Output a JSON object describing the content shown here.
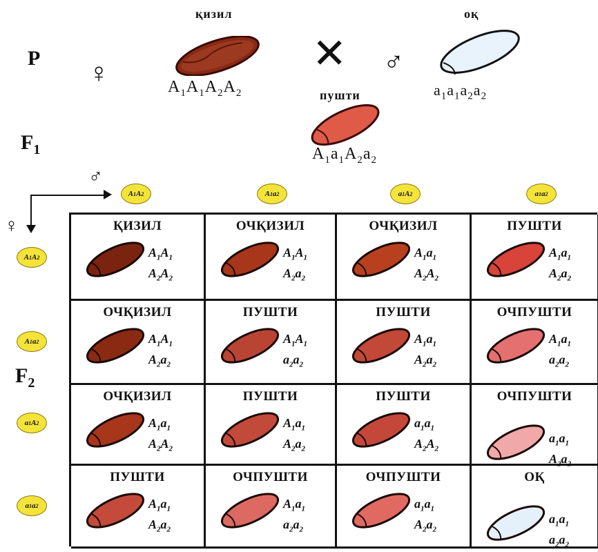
{
  "parents": {
    "row_label": "P",
    "female_label": "қизил",
    "female_genotype": [
      "A",
      "1",
      "A",
      "1",
      "A",
      "2",
      "A",
      "2"
    ],
    "male_label": "оқ",
    "male_genotype": [
      "a",
      "1",
      "a",
      "1",
      "a",
      "2",
      "a",
      "2"
    ],
    "female_symbol": "♀",
    "male_symbol": "♂",
    "cross_symbol": "✕"
  },
  "f1": {
    "row_label": "F",
    "row_label_sub": "1",
    "label": "пушти",
    "genotype": [
      "A",
      "1",
      "a",
      "1",
      "A",
      "2",
      "a",
      "2"
    ]
  },
  "f2": {
    "row_label": "F",
    "row_label_sub": "2",
    "male_gametes": [
      [
        "A",
        "1",
        "A",
        "2"
      ],
      [
        "A",
        "1",
        "a",
        "2"
      ],
      [
        "a",
        "1",
        "A",
        "2"
      ],
      [
        "a",
        "1",
        "a",
        "2"
      ]
    ],
    "female_gametes": [
      [
        "A",
        "1",
        "A",
        "2"
      ],
      [
        "A",
        "1",
        "a",
        "2"
      ],
      [
        "a",
        "1",
        "A",
        "2"
      ],
      [
        "a",
        "1",
        "a",
        "2"
      ]
    ],
    "cells": [
      {
        "label": "ҚИЗИЛ",
        "g": [
          "A",
          "1",
          "A",
          "1",
          "A",
          "2",
          "A",
          "2"
        ],
        "color": "#7a2410",
        "tone": "dark"
      },
      {
        "label": "ОЧҚИЗИЛ",
        "g": [
          "A",
          "1",
          "A",
          "1",
          "A",
          "2",
          "a",
          "2"
        ],
        "color": "#a8361a",
        "tone": "mid"
      },
      {
        "label": "ОЧҚИЗИЛ",
        "g": [
          "A",
          "1",
          "a",
          "1",
          "A",
          "2",
          "A",
          "2"
        ],
        "color": "#b8401f",
        "tone": "mid"
      },
      {
        "label": "ПУШТИ",
        "g": [
          "A",
          "1",
          "a",
          "1",
          "A",
          "2",
          "a",
          "2"
        ],
        "color": "#d8443a",
        "tone": "light"
      },
      {
        "label": "ОЧҚИЗИЛ",
        "g": [
          "A",
          "1",
          "A",
          "1",
          "A",
          "2",
          "a",
          "2"
        ],
        "color": "#8a2a12",
        "tone": "dark"
      },
      {
        "label": "ПУШТИ",
        "g": [
          "A",
          "1",
          "A",
          "1",
          "a",
          "2",
          "a",
          "2"
        ],
        "color": "#b94434",
        "tone": "mid"
      },
      {
        "label": "ПУШТИ",
        "g": [
          "A",
          "1",
          "a",
          "1",
          "A",
          "2",
          "a",
          "2"
        ],
        "color": "#c24838",
        "tone": "mid"
      },
      {
        "label": "ОЧПУШТИ",
        "g": [
          "A",
          "1",
          "a",
          "1",
          "a",
          "2",
          "a",
          "2"
        ],
        "color": "#e57070",
        "tone": "light"
      },
      {
        "label": "ОЧҚИЗИЛ",
        "g": [
          "A",
          "1",
          "a",
          "1",
          "A",
          "2",
          "A",
          "2"
        ],
        "color": "#a8361a",
        "tone": "mid"
      },
      {
        "label": "ПУШТИ",
        "g": [
          "A",
          "1",
          "a",
          "1",
          "A",
          "2",
          "a",
          "2"
        ],
        "color": "#c24a3a",
        "tone": "mid"
      },
      {
        "label": "ПУШТИ",
        "g": [
          "a",
          "1",
          "a",
          "1",
          "A",
          "2",
          "A",
          "2"
        ],
        "color": "#c4483a",
        "tone": "mid"
      },
      {
        "label": "ОЧПУШТИ",
        "g": [
          "a",
          "1",
          "a",
          "1",
          "A",
          "2",
          "a",
          "2"
        ],
        "color": "#f0a8a8",
        "tone": "pale"
      },
      {
        "label": "ПУШТИ",
        "g": [
          "A",
          "1",
          "a",
          "1",
          "A",
          "2",
          "a",
          "2"
        ],
        "color": "#c44a3c",
        "tone": "mid"
      },
      {
        "label": "ОЧПУШТИ",
        "g": [
          "A",
          "1",
          "a",
          "1",
          "a",
          "2",
          "a",
          "2"
        ],
        "color": "#dd6a62",
        "tone": "light"
      },
      {
        "label": "ОЧПУШТИ",
        "g": [
          "a",
          "1",
          "a",
          "1",
          "A",
          "2",
          "a",
          "2"
        ],
        "color": "#e06a62",
        "tone": "light"
      },
      {
        "label": "ОҚ",
        "g": [
          "a",
          "1",
          "a",
          "1",
          "a",
          "2",
          "a",
          "2"
        ],
        "color": "#e4f0fa",
        "tone": "white"
      }
    ]
  }
}
